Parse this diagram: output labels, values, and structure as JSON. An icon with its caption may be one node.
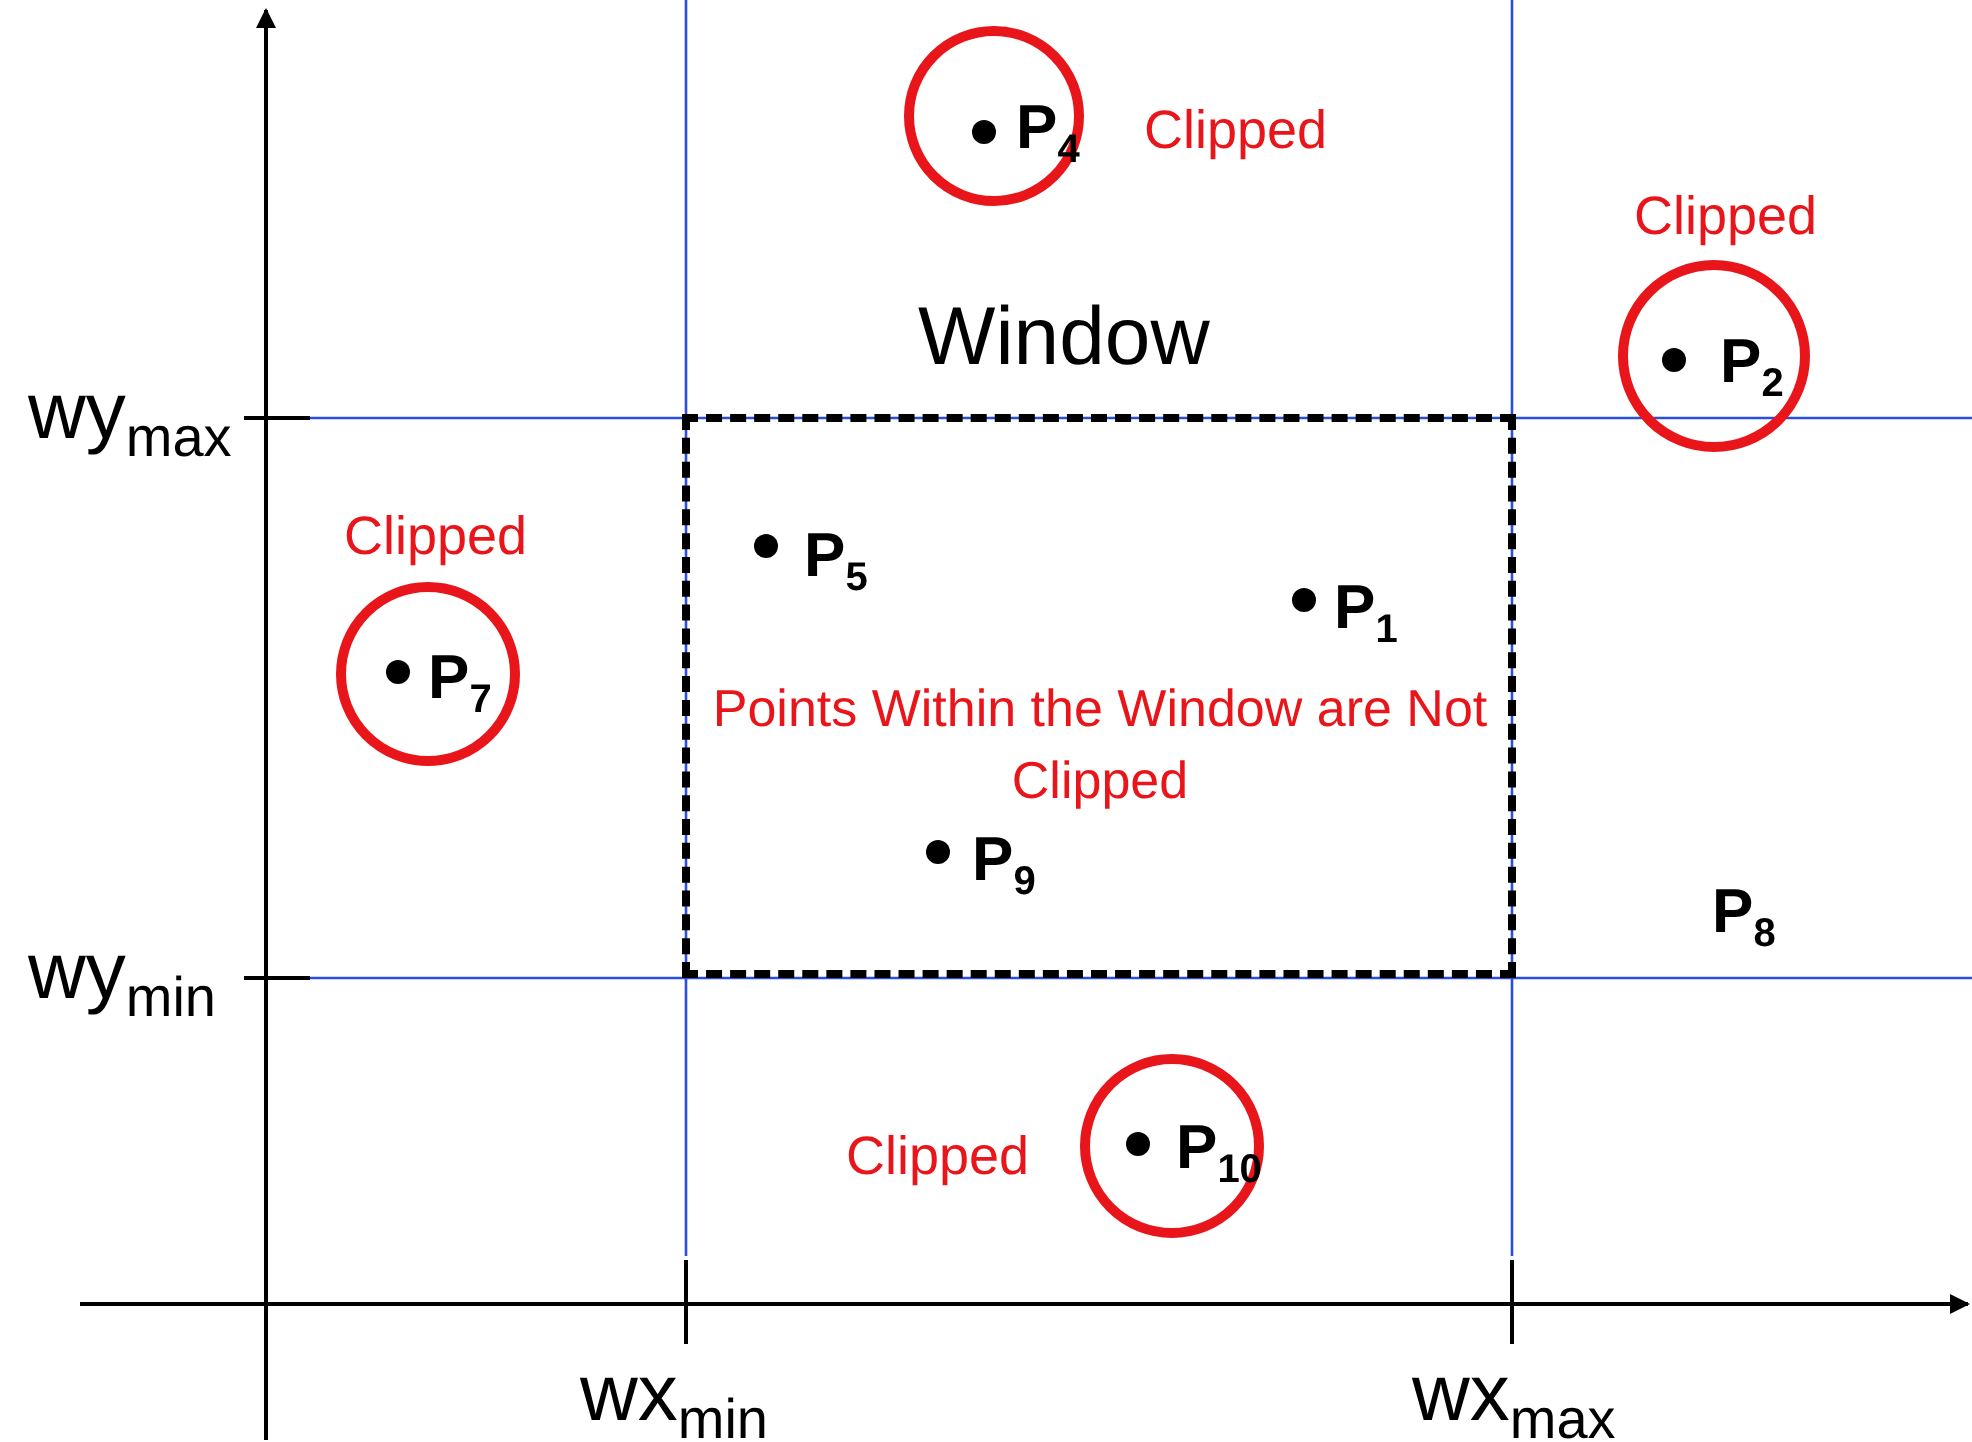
{
  "diagram": {
    "nodes": [
      {
        "text": [
          "Window",
          "Points Within the Window are Not Clipped"
        ]
      },
      {
        "text": [
          "P$_{4}$"
        ],
        "beside": [
          "Clipped"
        ]
      },
      {
        "text": [
          "P$_{2}$"
        ],
        "beside": [
          "Clipped"
        ]
      },
      {
        "text": [
          "P$_{7}$"
        ],
        "beside": [
          "Clipped"
        ]
      },
      {
        "text": [
          "P$_{10}$"
        ],
        "beside": [
          "Clipped"
        ]
      }
    ],
    "edges": [],
    "labels": [
      "wy$_{max}$",
      "P$_{5}$",
      "P$_{1}$",
      "P$_{9}$",
      "P$_{8}$",
      "wy$_{min}$",
      "wx$_{min}$",
      "wx$_{max}$"
    ]
  }
}
